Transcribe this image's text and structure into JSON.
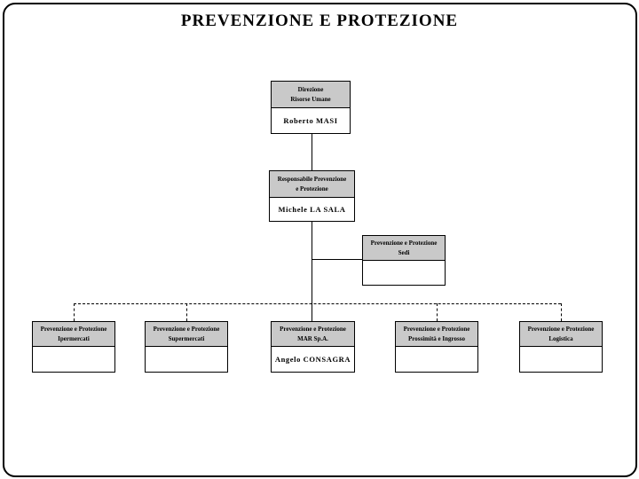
{
  "page_title": "PREVENZIONE E PROTEZIONE",
  "org_chart": {
    "colors": {
      "header_fill": "#c9c9c9",
      "line_color": "#000000",
      "background": "#ffffff"
    },
    "nodes": {
      "direzione": {
        "role": "Direzione\nRisorse Umane",
        "person": "Roberto MASI"
      },
      "responsabile": {
        "role": "Responsabile Prevenzione\ne Protezione",
        "person": "Michele LA SALA"
      },
      "sedi": {
        "role": "Prevenzione e Protezione\nSedi",
        "person": ""
      },
      "ipermercati": {
        "role": "Prevenzione e Protezione\nIpermercati",
        "person": ""
      },
      "supermercati": {
        "role": "Prevenzione e Protezione\nSupermercati",
        "person": ""
      },
      "mar": {
        "role": "Prevenzione e Protezione\nMAR Sp.A.",
        "person": "Angelo CONSAGRA"
      },
      "prossimita": {
        "role": "Prevenzione e Protezione\nProssimità e Ingrosso",
        "person": ""
      },
      "logistica": {
        "role": "Prevenzione e Protezione\nLogistica",
        "person": ""
      }
    }
  }
}
